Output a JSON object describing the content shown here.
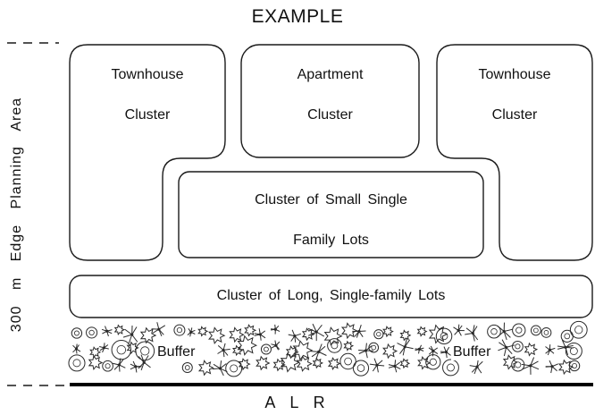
{
  "title": "EXAMPLE",
  "bottom_label": "A L R",
  "side_label": "300 m Edge Planning Area",
  "clusters": {
    "townhouse_left": {
      "line1": "Townhouse",
      "line2": "Cluster"
    },
    "apartment": {
      "line1": "Apartment",
      "line2": "Cluster"
    },
    "townhouse_right": {
      "line1": "Townhouse",
      "line2": "Cluster"
    },
    "small_single": {
      "line1": "Cluster of Small Single",
      "line2": "Family Lots"
    },
    "long_single": {
      "line1": "Cluster of Long, Single-family Lots"
    }
  },
  "buffer": {
    "left": "Buffer",
    "right": "Buffer"
  },
  "colors": {
    "line": "#1a1a1a",
    "vegetation": "#2a2a2a",
    "background": "#ffffff"
  }
}
